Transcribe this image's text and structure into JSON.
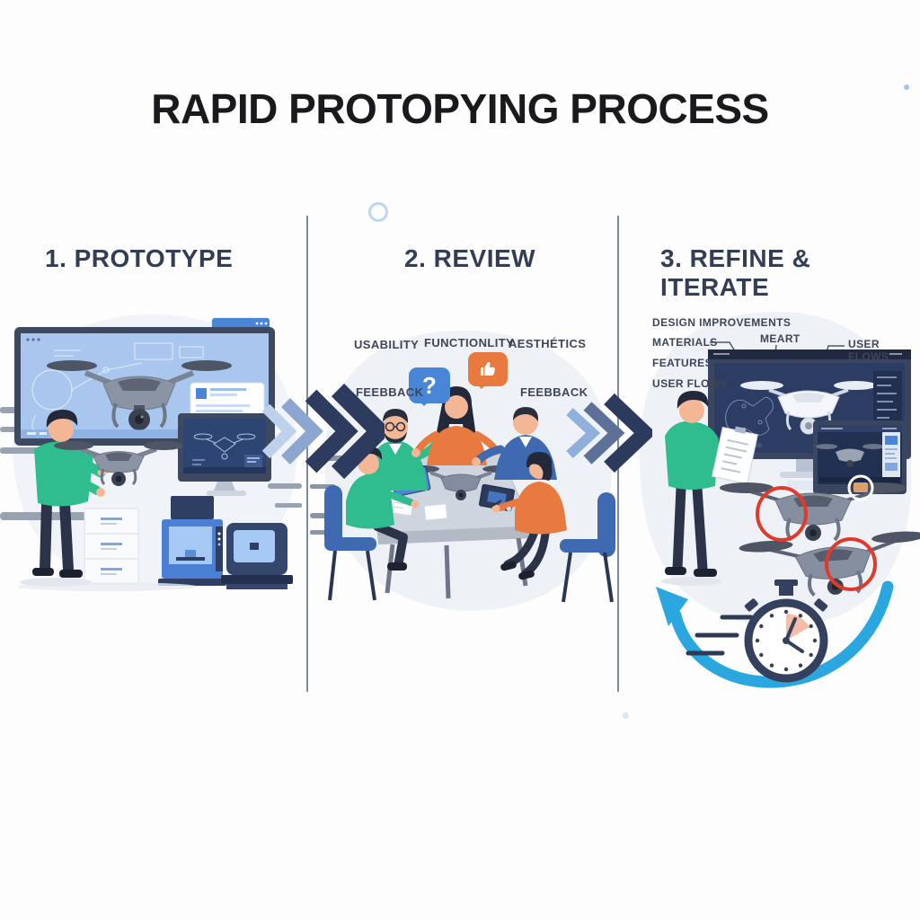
{
  "title": "RAPID PROTOPYING PROCESS",
  "sections": {
    "prototype": {
      "header": "1. PROTOTYPE"
    },
    "review": {
      "header": "2. REVIEW",
      "labels": {
        "usability": "USABILITY",
        "functionality": "FUNCTIONLITY",
        "aesthetics": "AESTHÉTICS",
        "feedback_left": "FEEBBACK",
        "feedback_right": "FEEBBACK"
      },
      "bubble_question": "?"
    },
    "refine": {
      "header": "3. REFINE & ITERATE",
      "labels": {
        "design_improvements": "DESIGN IMPROVEMENTS",
        "materials": "MATERIALS",
        "features": "FEATURES",
        "user_flows_left": "USER FLOWS",
        "meart": "MEART",
        "user_flows_right": "USER FLOWS"
      }
    }
  },
  "icons": {
    "question_bubble": "question-mark-speech-bubble",
    "thumbs_up_bubble": "thumbs-up-speech-bubble",
    "chevron_arrows": "triple-chevron-right-arrows",
    "stopwatch": "speed-stopwatch",
    "loop_arrow": "iterate-loop-arrow",
    "annotation_circles": "red-issue-circles"
  },
  "colors": {
    "accent_blue": "#4a86d8",
    "navy": "#2d3b5e",
    "teal": "#2fbd8f",
    "orange": "#e8793f",
    "cyan": "#2ba7e0",
    "red": "#e03a2d",
    "screen_light_blue": "#a9c6ee",
    "screen_dark_blue": "#2d3c63"
  }
}
